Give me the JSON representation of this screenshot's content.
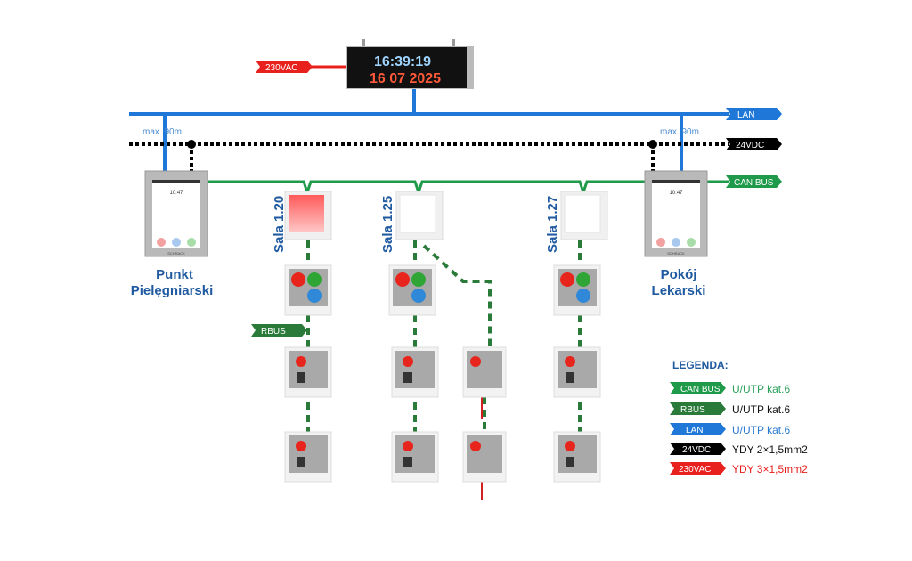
{
  "colors": {
    "can_bus": "#1e9a4a",
    "rbus": "#2a7a3a",
    "lan": "#1f78d8",
    "vdc24": "#000000",
    "vac230": "#e8201e",
    "label": "#1f5aa0"
  },
  "clock": {
    "time": "16:39:19",
    "date": "16 07 2025"
  },
  "tags": {
    "vac230": "230VAC",
    "lan": "LAN",
    "vdc24": "24VDC",
    "can_bus": "CAN BUS",
    "rbus": "RBUS"
  },
  "distance_left": "max. 90m",
  "distance_right": "max. 90m",
  "stations": {
    "left": {
      "line1": "Punkt",
      "line2": "Pielęgniarski",
      "screen_time": "10:47",
      "brand": "SCHRACK"
    },
    "right": {
      "line1": "Pokój",
      "line2": "Lekarski",
      "screen_time": "10:47",
      "brand": "SCHRACK"
    }
  },
  "rooms": [
    {
      "name": "Sala 1.20",
      "lamp_state": "red"
    },
    {
      "name": "Sala 1.25",
      "lamp_state": "off"
    },
    {
      "name": "Sala 1.27",
      "lamp_state": "off"
    }
  ],
  "legend": {
    "title": "LEGENDA:",
    "items": [
      {
        "tag": "CAN BUS",
        "desc": "U/UTP kat.6",
        "color": "#1e9a4a",
        "desc_color": "#2aa05a"
      },
      {
        "tag": "RBUS",
        "desc": "U/UTP kat.6",
        "color": "#2a7a3a",
        "desc_color": "#111111"
      },
      {
        "tag": "LAN",
        "desc": "U/UTP kat.6",
        "color": "#1f78d8",
        "desc_color": "#2a7ad0"
      },
      {
        "tag": "24VDC",
        "desc": "YDY 2×1,5mm2",
        "color": "#000000",
        "desc_color": "#111111"
      },
      {
        "tag": "230VAC",
        "desc": "YDY 3×1,5mm2",
        "color": "#e8201e",
        "desc_color": "#e8201e"
      }
    ]
  }
}
